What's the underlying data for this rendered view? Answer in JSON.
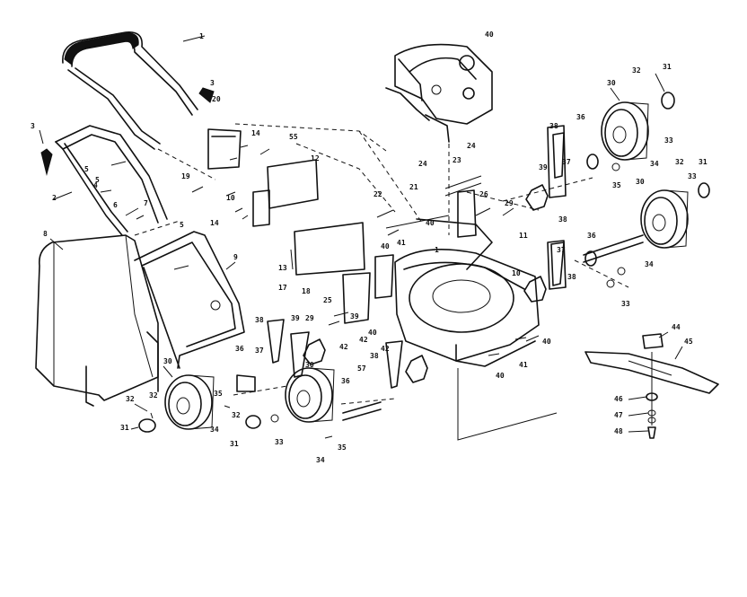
{
  "callouts": [
    {
      "text": "1"
    },
    {
      "text": "3"
    },
    {
      "text": "3"
    },
    {
      "text": "2"
    },
    {
      "text": "5"
    },
    {
      "text": "4"
    },
    {
      "text": "5"
    },
    {
      "text": "7"
    },
    {
      "text": "6"
    },
    {
      "text": "5"
    },
    {
      "text": "8"
    },
    {
      "text": "9"
    },
    {
      "text": "20"
    },
    {
      "text": "14"
    },
    {
      "text": "55"
    },
    {
      "text": "19"
    },
    {
      "text": "10"
    },
    {
      "text": "14"
    },
    {
      "text": "12"
    },
    {
      "text": "22"
    },
    {
      "text": "21"
    },
    {
      "text": "13"
    },
    {
      "text": "17"
    },
    {
      "text": "40"
    },
    {
      "text": "41"
    },
    {
      "text": "18"
    },
    {
      "text": "40"
    },
    {
      "text": "24"
    },
    {
      "text": "23"
    },
    {
      "text": "24"
    },
    {
      "text": "26"
    },
    {
      "text": "29"
    },
    {
      "text": "11"
    },
    {
      "text": "10"
    },
    {
      "text": "1"
    },
    {
      "text": "40"
    },
    {
      "text": "38"
    },
    {
      "text": "36"
    },
    {
      "text": "30"
    },
    {
      "text": "32"
    },
    {
      "text": "31"
    },
    {
      "text": "33"
    },
    {
      "text": "34"
    },
    {
      "text": "35"
    },
    {
      "text": "37"
    },
    {
      "text": "39"
    },
    {
      "text": "32"
    },
    {
      "text": "31"
    },
    {
      "text": "30"
    },
    {
      "text": "33"
    },
    {
      "text": "38"
    },
    {
      "text": "37"
    },
    {
      "text": "36"
    },
    {
      "text": "34"
    },
    {
      "text": "38"
    },
    {
      "text": "33"
    },
    {
      "text": "25"
    },
    {
      "text": "29"
    },
    {
      "text": "39"
    },
    {
      "text": "42"
    },
    {
      "text": "40"
    },
    {
      "text": "42"
    },
    {
      "text": "42"
    },
    {
      "text": "40"
    },
    {
      "text": "41"
    },
    {
      "text": "40"
    },
    {
      "text": "38"
    },
    {
      "text": "37"
    },
    {
      "text": "39"
    },
    {
      "text": "30"
    },
    {
      "text": "38"
    },
    {
      "text": "57"
    },
    {
      "text": "36"
    },
    {
      "text": "30"
    },
    {
      "text": "36"
    },
    {
      "text": "35"
    },
    {
      "text": "34"
    },
    {
      "text": "32"
    },
    {
      "text": "31"
    },
    {
      "text": "32"
    },
    {
      "text": "35"
    },
    {
      "text": "34"
    },
    {
      "text": "32"
    },
    {
      "text": "31"
    },
    {
      "text": "33"
    },
    {
      "text": "44"
    },
    {
      "text": "45"
    },
    {
      "text": "46"
    },
    {
      "text": "47"
    },
    {
      "text": "48"
    }
  ]
}
